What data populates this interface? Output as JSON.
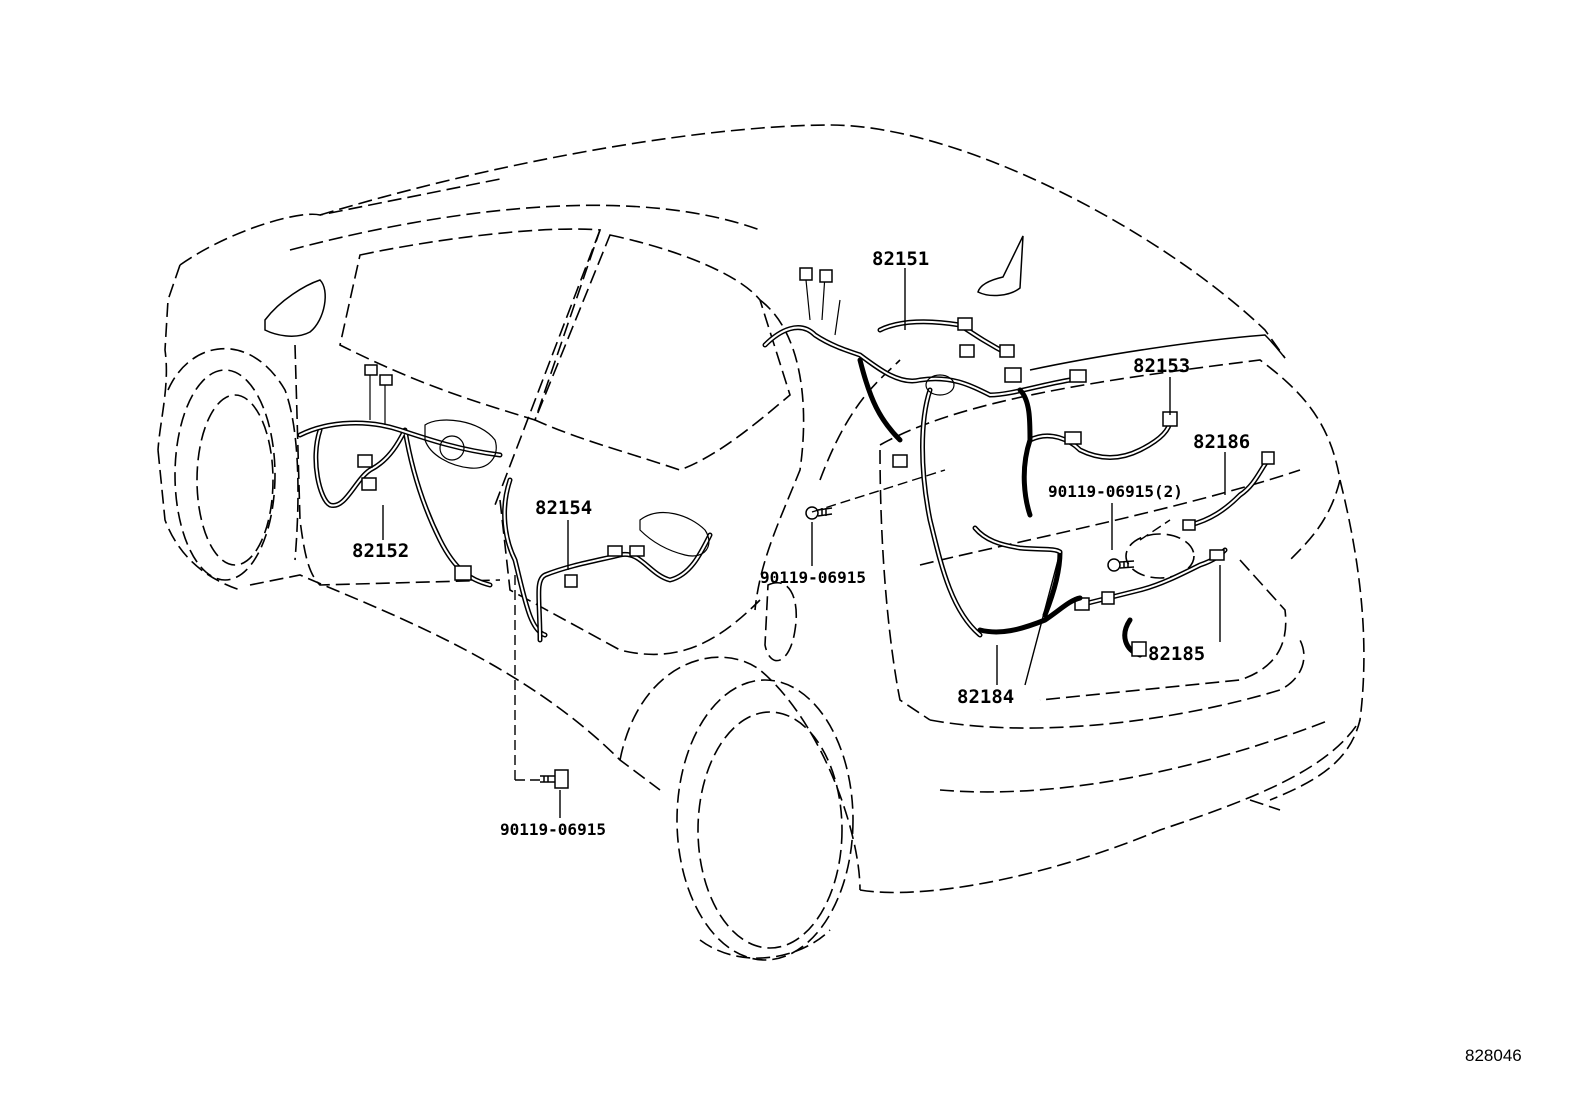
{
  "diagram": {
    "figure_ref": "828046",
    "part_labels": {
      "p82151": "82151",
      "p82152": "82152",
      "p82153": "82153",
      "p82154": "82154",
      "p82184": "82184",
      "p82185": "82185",
      "p82186": "82186",
      "bolt_center": "90119-06915",
      "bolt_lower": "90119-06915",
      "bolt_rear": "90119-06915(2)"
    }
  }
}
